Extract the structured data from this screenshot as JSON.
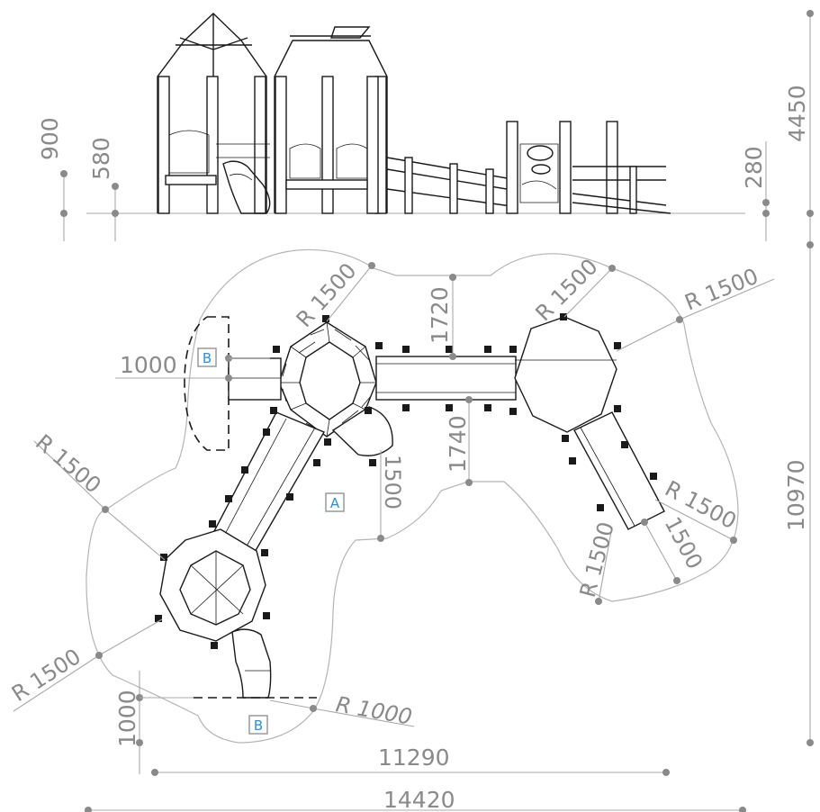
{
  "elevation_dims": {
    "h900": "900",
    "h580": "580",
    "h280": "280",
    "h4450": "4450"
  },
  "plan_dims": {
    "r1500_top_left_deck": "R 1500",
    "r1500_top_right_deck": "R 1500",
    "r1500_right": "R 1500",
    "r1500_left": "R 1500",
    "r1500_bottom_left": "R 1500",
    "r1500_slide_right_a": "R 1500",
    "r1500_slide_right_b": "R 1500",
    "r1000_bottom": "R 1000",
    "d1720": "1720",
    "d1740": "1740",
    "d1000_left": "1000",
    "d1000_bottom": "1000",
    "d1500_mid": "1500",
    "d1500_slide": "1500",
    "d10970": "10970",
    "d11290": "11290",
    "d14420": "14420"
  },
  "zone_labels": {
    "a": "A",
    "b_top": "B",
    "b_bottom": "B"
  },
  "colors": {
    "dimension": "#8a8a8a",
    "zone_label": "#2a8fe0",
    "equipment": "#1a1a1a"
  }
}
